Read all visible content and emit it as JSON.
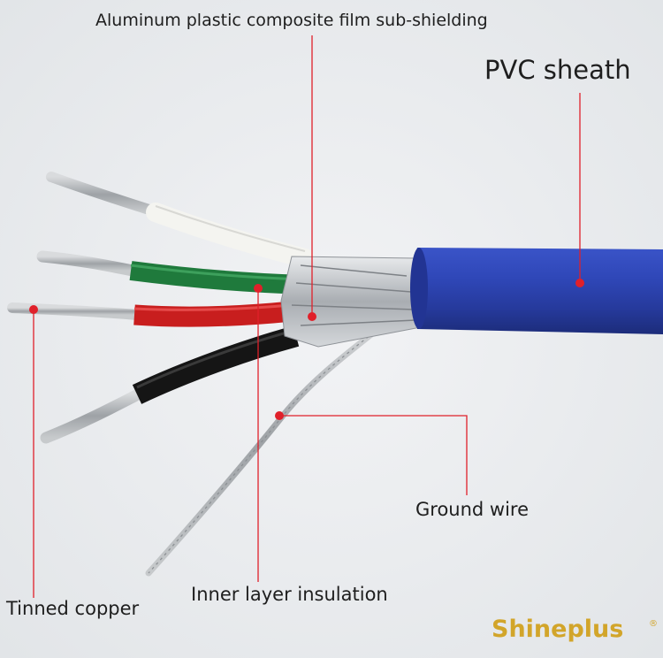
{
  "labels": {
    "shielding": "Aluminum plastic composite film sub-shielding",
    "sheath": "PVC sheath",
    "ground": "Ground wire",
    "inner_insulation": "Inner layer insulation",
    "tinned_copper": "Tinned copper"
  },
  "brand": {
    "name": "Shineplus",
    "mark": "®",
    "color": "#d2a52a"
  },
  "colors": {
    "background": "#eceef0",
    "sheath": "#2b3fa6",
    "wire_white": "#f4f4f0",
    "wire_green": "#1f7a3c",
    "wire_red": "#c81e1e",
    "wire_black": "#151515",
    "foil": "#c9ccd0",
    "callout": "#e0202a"
  }
}
